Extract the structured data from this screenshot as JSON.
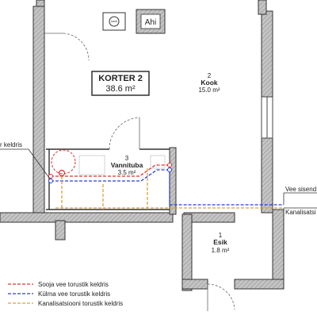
{
  "plan": {
    "apartment": {
      "name": "KORTER 2",
      "area": "38.6 m²"
    },
    "rooms": [
      {
        "number": "2",
        "name": "Kook",
        "area": "15.0 m²"
      },
      {
        "number": "3",
        "name": "Vannituba",
        "area": "3.5 m²"
      },
      {
        "number": "1",
        "name": "Esik",
        "area": "1.8 m²"
      }
    ],
    "callouts": {
      "left": "r keldris",
      "water_inlet": "Vee sisend",
      "sewer": "Kanalisatsi"
    },
    "fixture_labels": {
      "stove": "Ahi"
    }
  },
  "legend": [
    {
      "label": "Sooja vee torustik keldris",
      "color": "#e03030"
    },
    {
      "label": "Külma vee torustik keldris",
      "color": "#2a3fd0"
    },
    {
      "label": "Kanalisatsiooni torustik keldris",
      "color": "#d9a040"
    }
  ],
  "colors": {
    "wall_fill": "#bdbdbd",
    "hot_water": "#e03030",
    "cold_water": "#2a3fd0",
    "sewer": "#d9a040"
  }
}
